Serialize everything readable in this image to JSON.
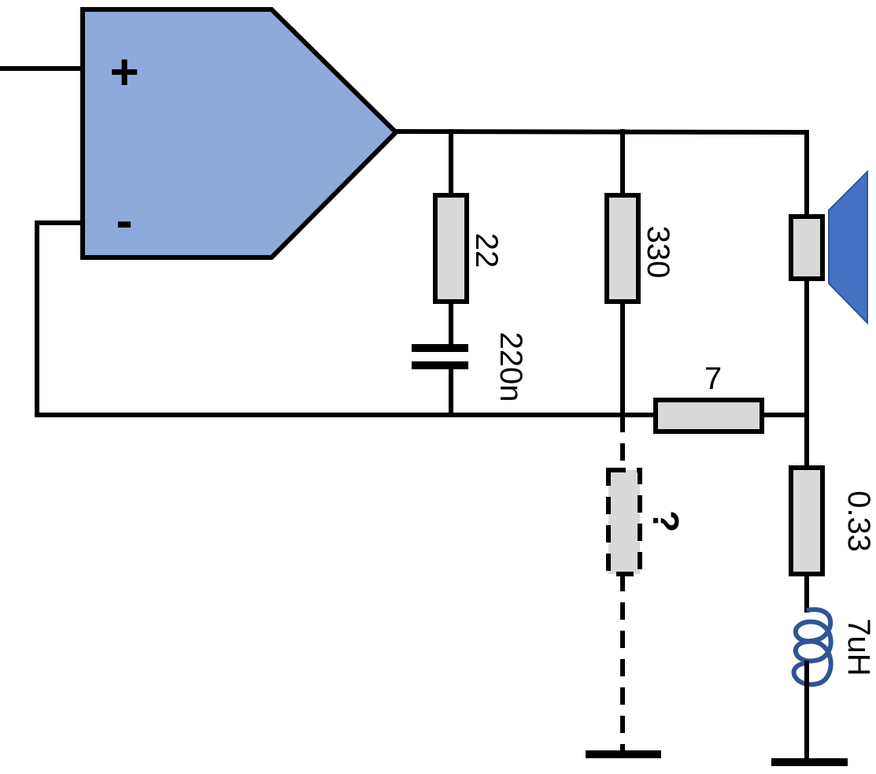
{
  "opamp": {
    "plus_symbol": "+",
    "minus_symbol": "-",
    "fill_color": "#8eaadb"
  },
  "components": {
    "r_zobel": {
      "value": "22"
    },
    "c_zobel": {
      "value": "220n"
    },
    "r_feedback_top": {
      "value": "330"
    },
    "r_sense_link": {
      "value": "7"
    },
    "r_ground_unknown": {
      "value": "?"
    },
    "r_shunt": {
      "value": "0.33"
    },
    "inductor": {
      "value": "7uH"
    }
  },
  "speaker": {
    "color": "#4472c4",
    "icon": "speaker-icon"
  },
  "colors": {
    "wire": "#000000",
    "resistor_fill": "#d9d9d9",
    "inductor": "#2f5597"
  }
}
